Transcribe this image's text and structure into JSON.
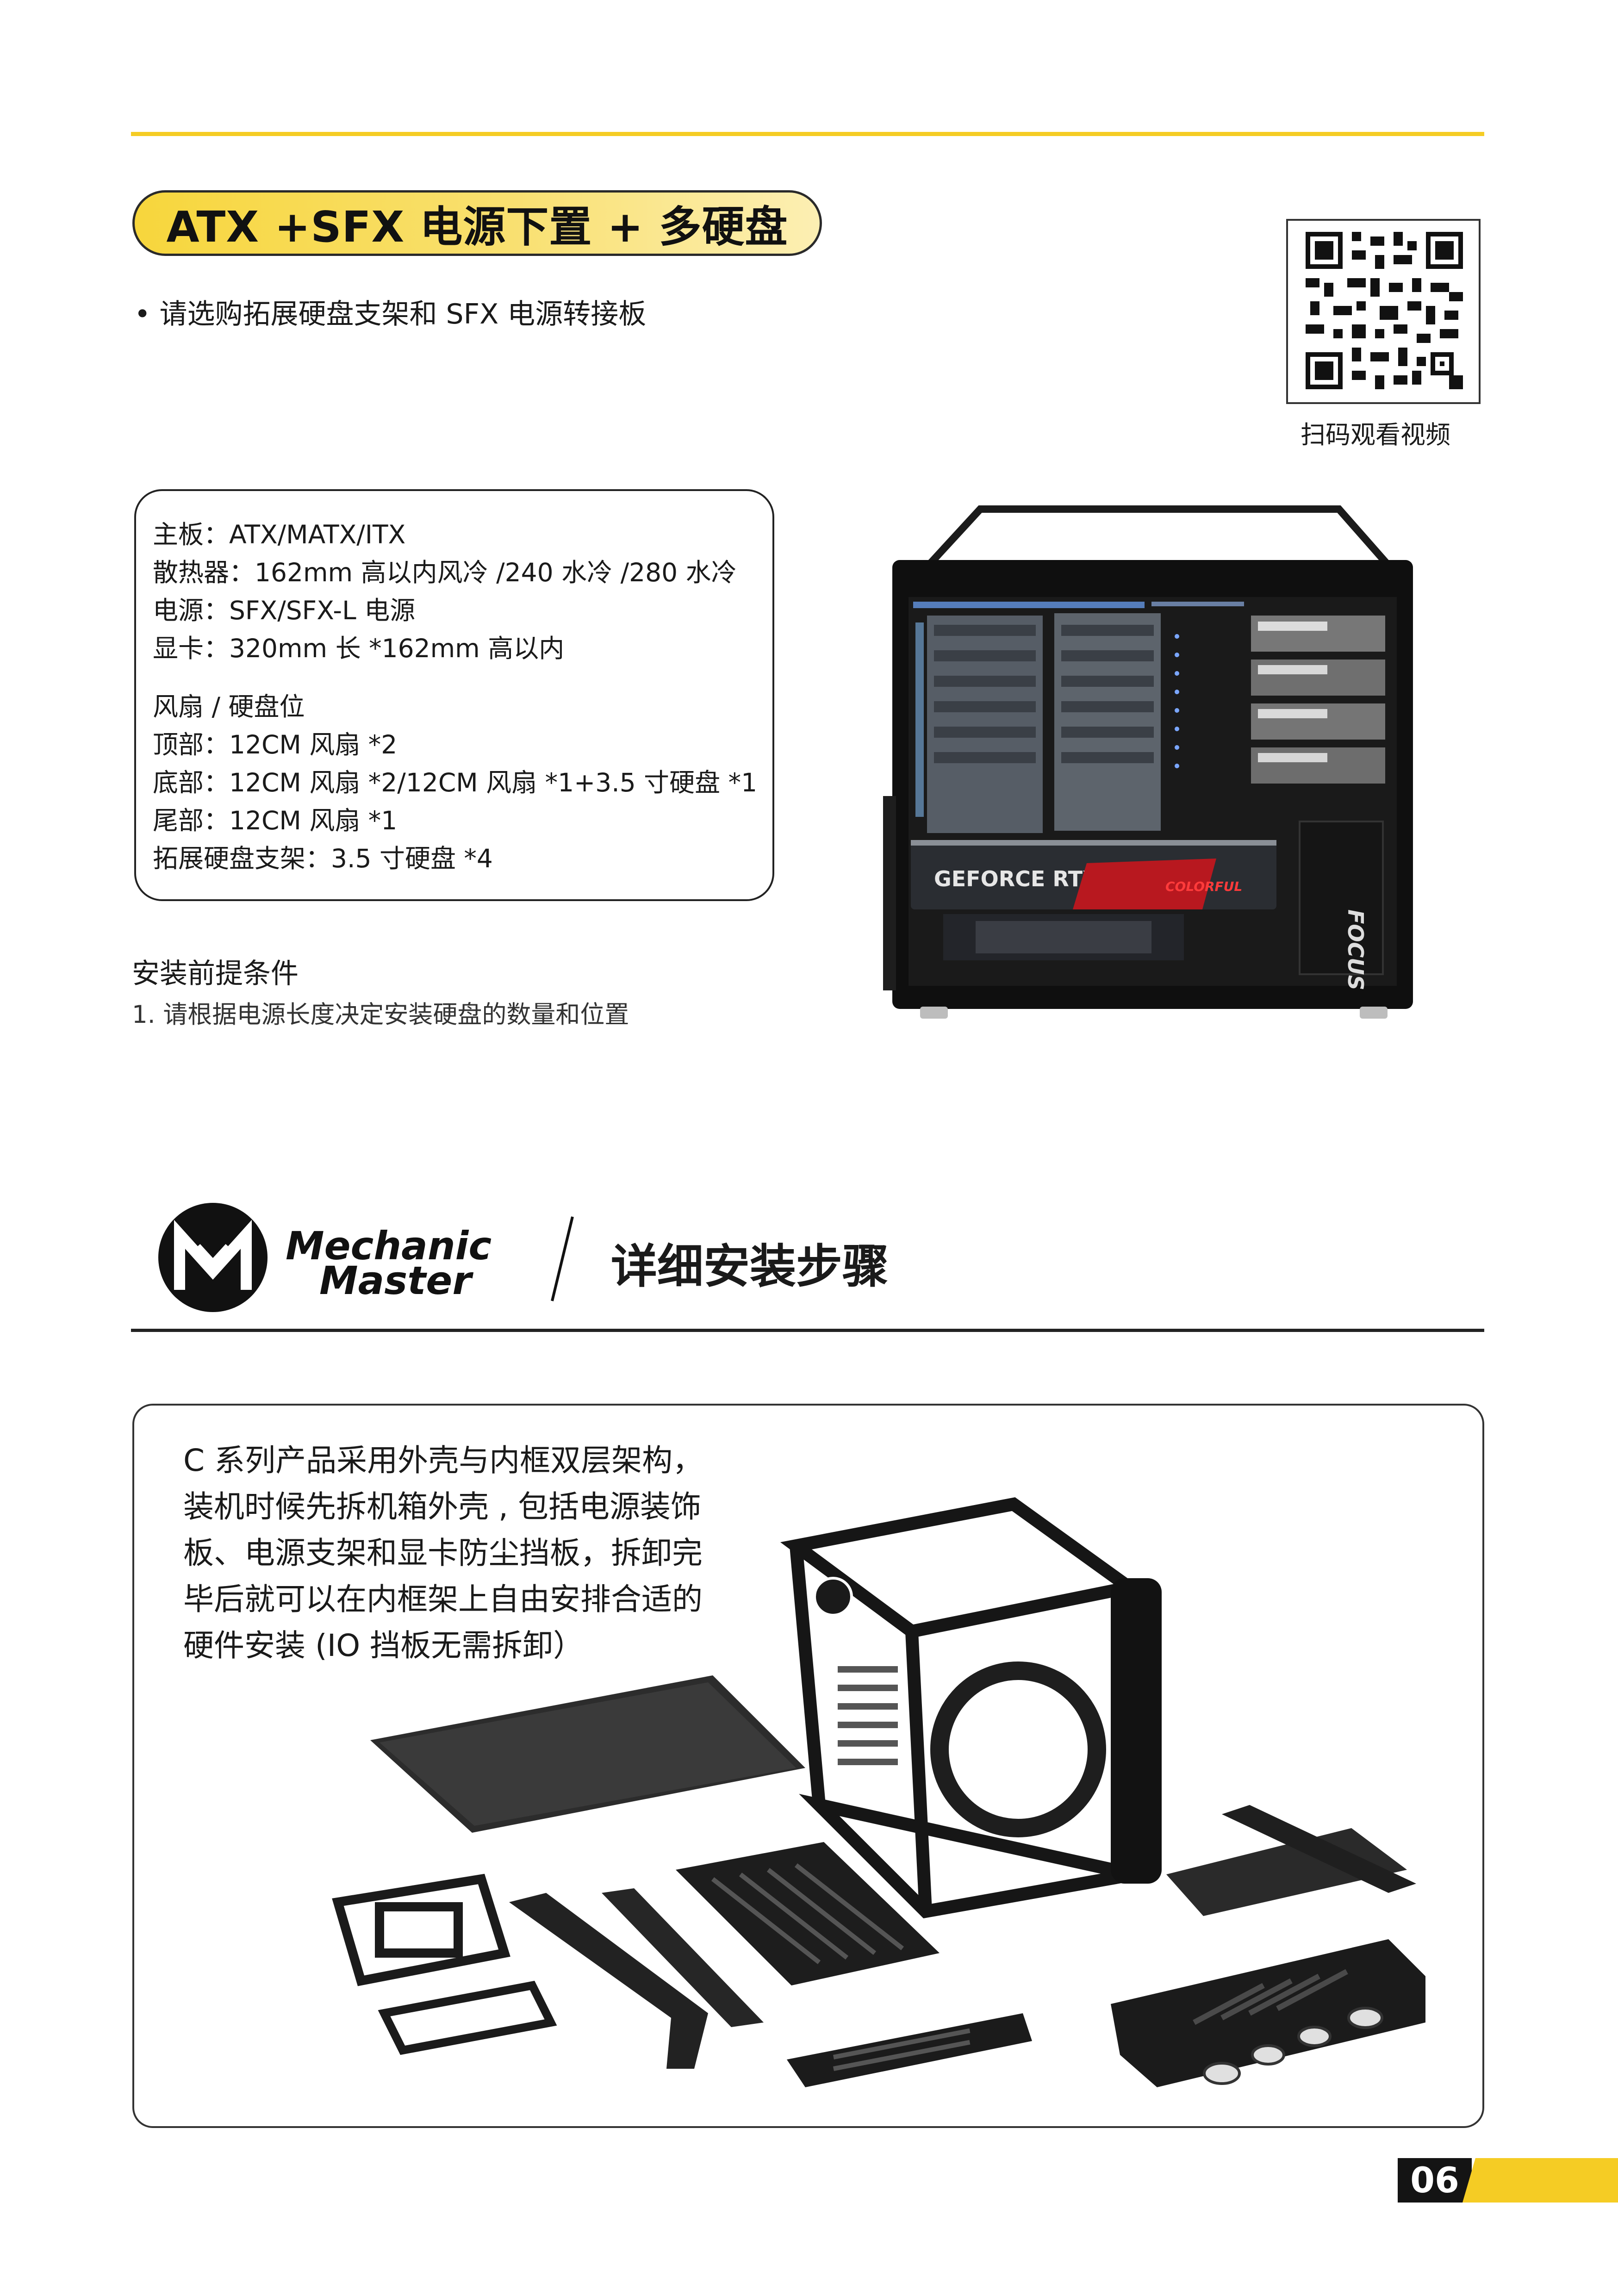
{
  "header": {
    "title": "ATX +SFX 电源下置 + 多硬盘",
    "subtitle": "• 请选购拓展硬盘支架和 SFX 电源转接板"
  },
  "qr": {
    "label": "扫码观看视频"
  },
  "specs": {
    "lines": [
      "主板：ATX/MATX/ITX",
      "散热器：162mm 高以内风冷 /240 水冷 /280 水冷",
      "电源：SFX/SFX-L 电源",
      "显卡：320mm 长 *162mm 高以内",
      "风扇 / 硬盘位",
      "顶部：12CM 风扇 *2",
      "底部：12CM 风扇 *2/12CM 风扇 *1+3.5 寸硬盘 *1",
      "尾部：12CM 风扇 *1",
      "拓展硬盘支架：3.5 寸硬盘 *4"
    ]
  },
  "prerequisites": {
    "title": "安装前提条件",
    "items": [
      "1. 请根据电源长度决定安装硬盘的数量和位置"
    ]
  },
  "case_photo": {
    "gpu_label": "GEFORCE RTX",
    "brand_label": "COLORFUL",
    "psu_label": "FOCUS"
  },
  "section": {
    "brand_line1": "Mechanic",
    "brand_line2": "Master",
    "title": "详细安装步骤"
  },
  "description": {
    "lines": [
      "C 系列产品采用外壳与内框双层架构，",
      "装机时候先拆机箱外壳 , 包括电源装饰",
      "板、电源支架和显卡防尘挡板，拆卸完",
      "毕后就可以在内框架上自由安排合适的",
      "硬件安装 (IO 挡板无需拆卸）"
    ]
  },
  "page": {
    "number": "06"
  },
  "colors": {
    "accent": "#f5cc24",
    "dark": "#141414"
  }
}
